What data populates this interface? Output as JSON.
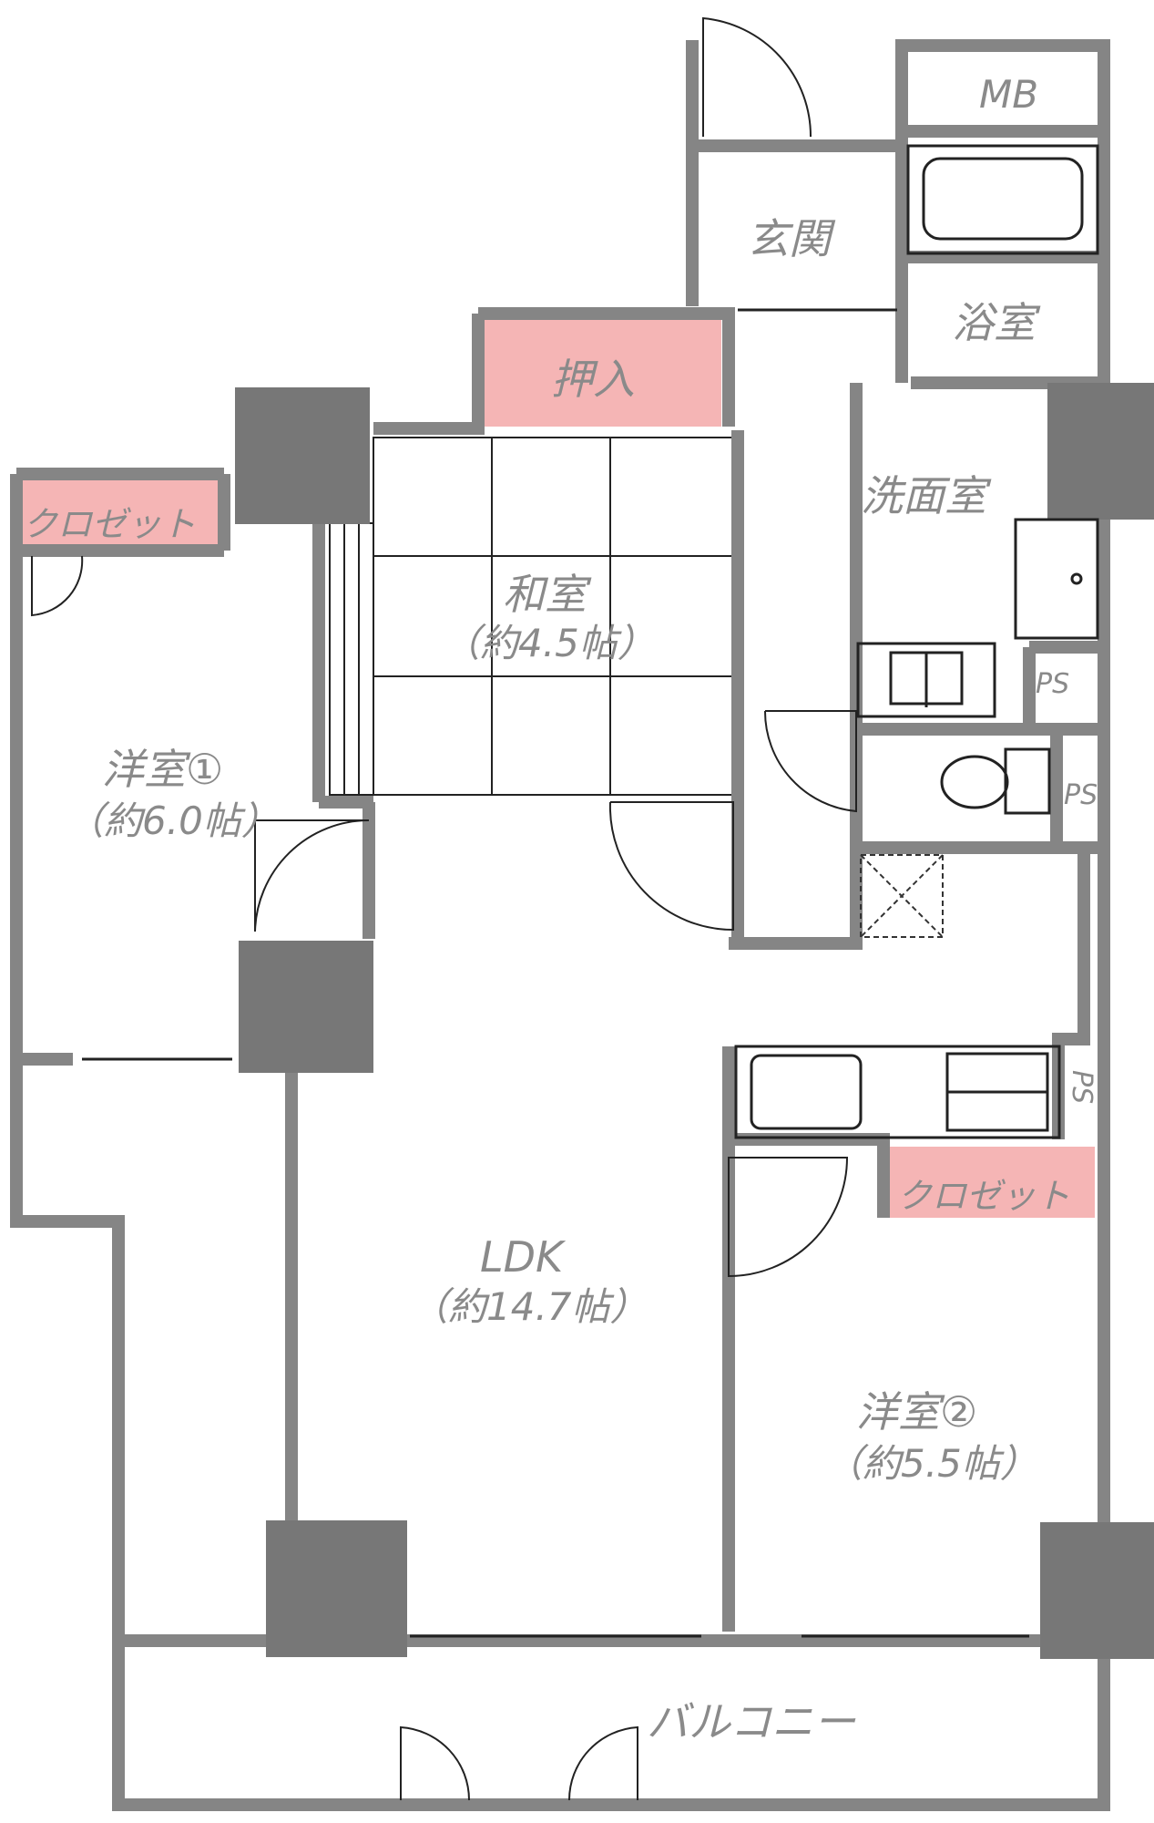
{
  "plan": {
    "colors": {
      "wall": "#858585",
      "pillar": "#777777",
      "closet": "#f5b5b5",
      "fixture": "#333333",
      "text": "#8a8a8a"
    },
    "rooms": {
      "mb": "MB",
      "genkan": "玄関",
      "bath": "浴室",
      "oshiire": "押入",
      "senmen": "洗面室",
      "closet1": "クロゼット",
      "washitsu": "和室",
      "washitsu_size": "（約4.5帖）",
      "yoshitsu1": "洋室①",
      "yoshitsu1_size": "（約6.0帖）",
      "ps1": "PS",
      "ps2": "PS",
      "ps3": "PS",
      "ldk": "LDK",
      "ldk_size": "（約14.7帖）",
      "closet2": "クロゼット",
      "yoshitsu2": "洋室②",
      "yoshitsu2_size": "（約5.5帖）",
      "balcony": "バルコニー"
    }
  }
}
